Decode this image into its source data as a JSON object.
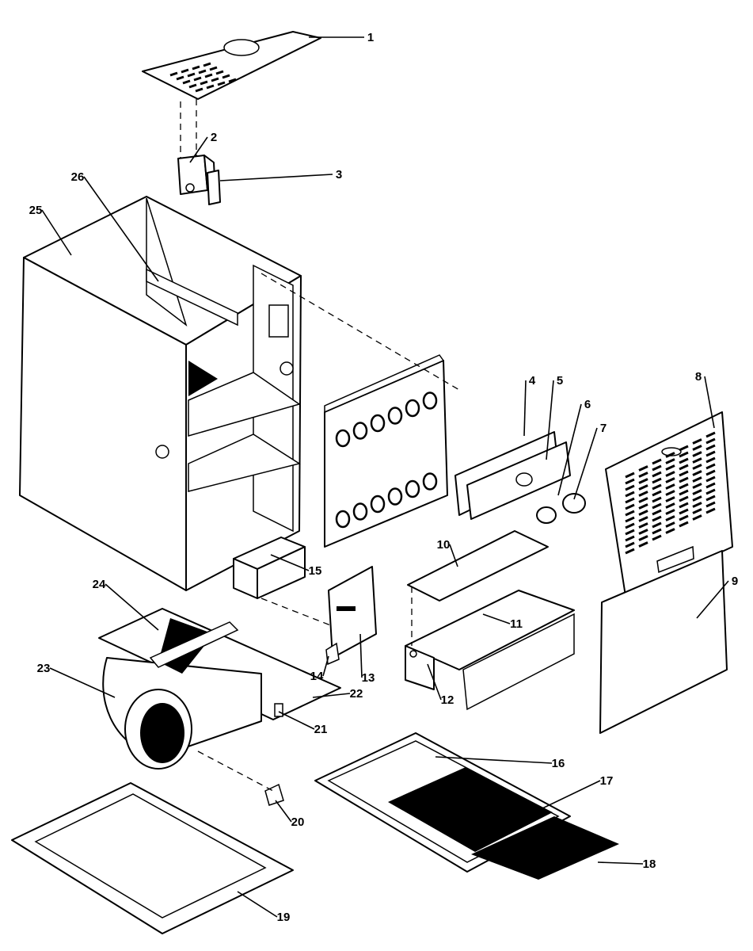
{
  "callouts": [
    "1",
    "2",
    "3",
    "4",
    "5",
    "6",
    "7",
    "8",
    "9",
    "10",
    "11",
    "12",
    "13",
    "14",
    "15",
    "16",
    "17",
    "18",
    "19",
    "20",
    "21",
    "22",
    "23",
    "24",
    "25",
    "26"
  ],
  "colors": {
    "ink": "#000000",
    "paper": "#ffffff"
  }
}
